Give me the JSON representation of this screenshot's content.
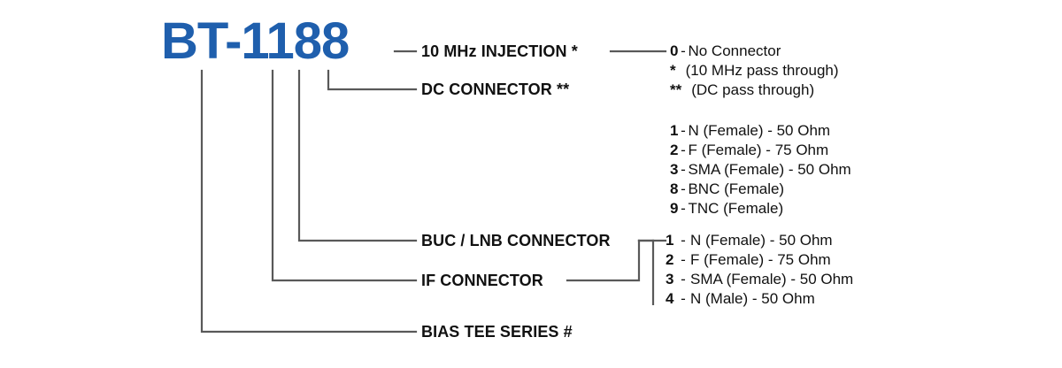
{
  "diagram": {
    "model_number": "BT-1188",
    "accent_color": "#1F5FAD",
    "line_color": "#595959",
    "text_color": "#111111",
    "background": "#FFFFFF"
  },
  "categories": {
    "injection": "10 MHz INJECTION *",
    "dc_connector": "DC CONNECTOR **",
    "buc_lnb_connector": "BUC / LNB CONNECTOR",
    "if_connector": "IF CONNECTOR",
    "series": "BIAS TEE SERIES #"
  },
  "injection_options": [
    {
      "code": "0",
      "sep": "-",
      "desc": "No Connector"
    },
    {
      "code": "*",
      "sep": "",
      "desc": "(10 MHz pass through)"
    },
    {
      "code": "**",
      "sep": "",
      "desc": "(DC pass through)"
    }
  ],
  "buc_lnb_options": [
    {
      "code": "1",
      "sep": "-",
      "desc": "N (Female) - 50 Ohm"
    },
    {
      "code": "2",
      "sep": "-",
      "desc": "F (Female) - 75 Ohm"
    },
    {
      "code": "3",
      "sep": "-",
      "desc": "SMA (Female) - 50 Ohm"
    },
    {
      "code": "8",
      "sep": "-",
      "desc": "BNC (Female)"
    },
    {
      "code": "9",
      "sep": "-",
      "desc": "TNC (Female)"
    }
  ],
  "if_options": [
    {
      "code": "1",
      "sep": "-",
      "desc": "N (Female) - 50 Ohm"
    },
    {
      "code": "2",
      "sep": "-",
      "desc": "F (Female) - 75 Ohm"
    },
    {
      "code": "3",
      "sep": "-",
      "desc": "SMA (Female) - 50 Ohm"
    },
    {
      "code": "4",
      "sep": "-",
      "desc": "N (Male) - 50 Ohm"
    }
  ]
}
